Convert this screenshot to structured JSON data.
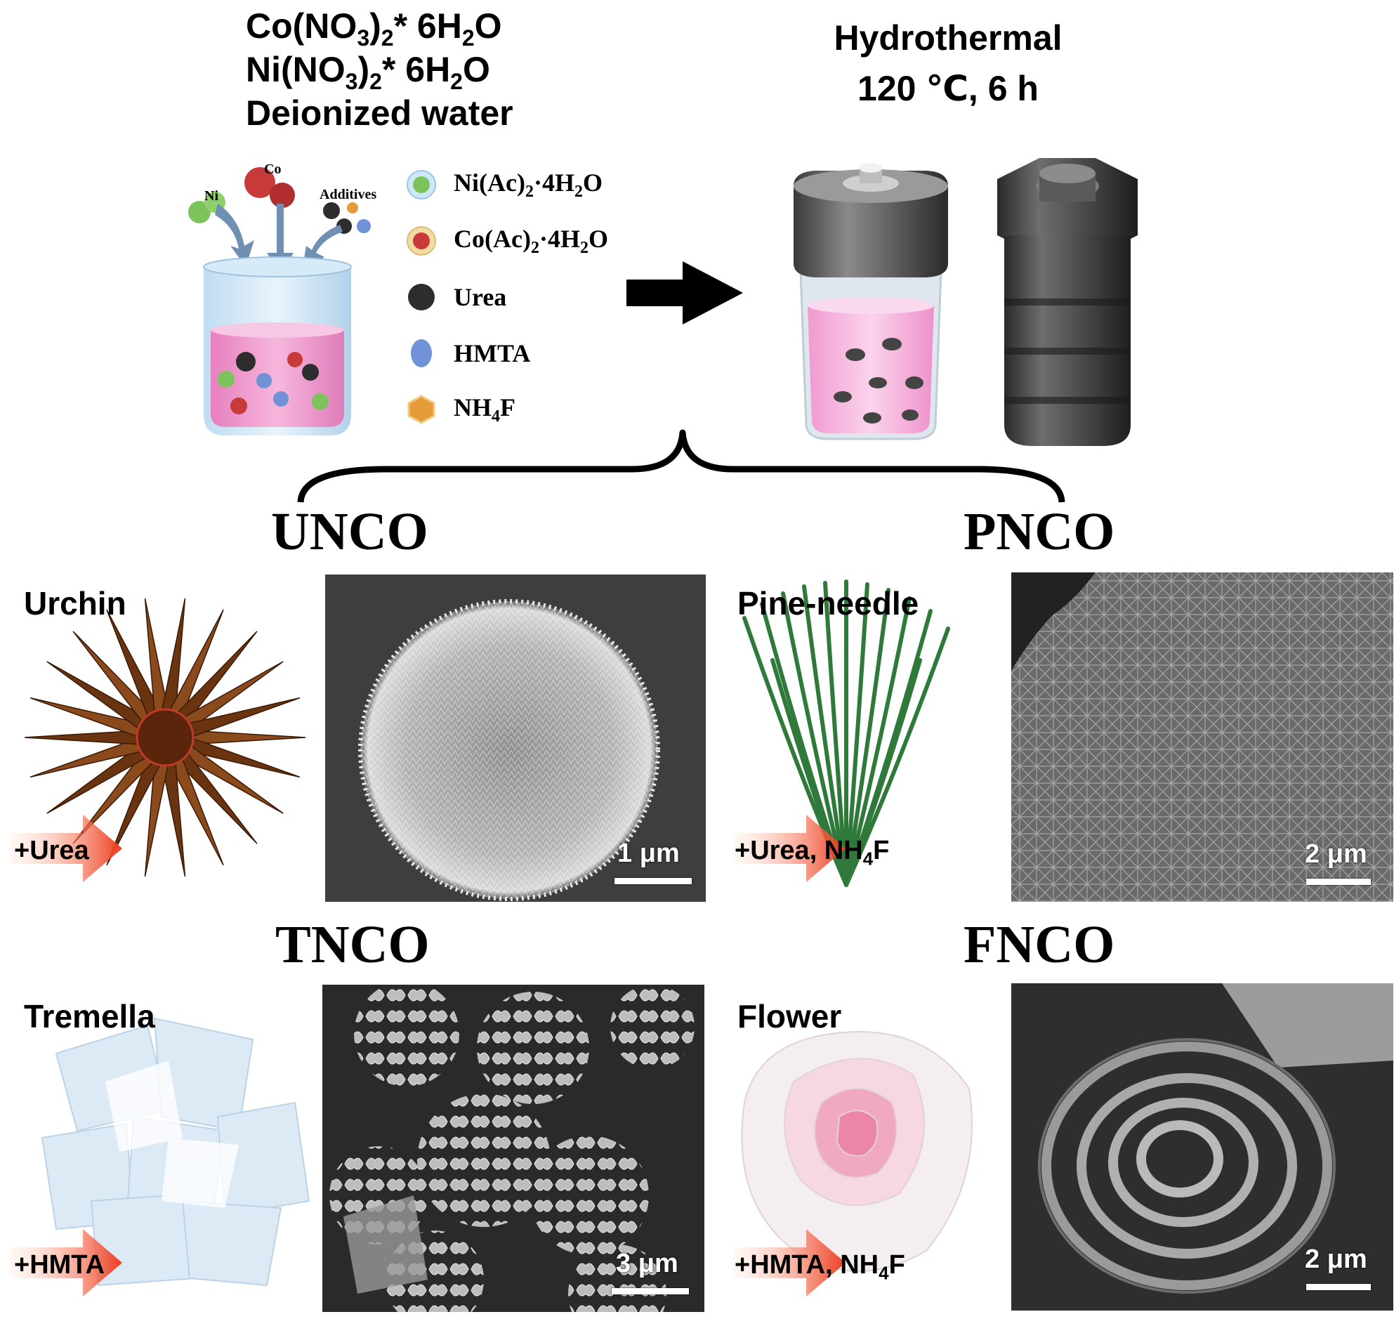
{
  "reagents": {
    "line1": {
      "a": "Co(NO",
      "sub1": "3",
      "b": ")",
      "sub2": "2",
      "c": "* 6H",
      "sub3": "2",
      "d": "O"
    },
    "line2": {
      "a": "Ni(NO",
      "sub1": "3",
      "b": ")",
      "sub2": "2",
      "c": "* 6H",
      "sub3": "2",
      "d": "O"
    },
    "line3": "Deionized water"
  },
  "hydrothermal": {
    "line1": "Hydrothermal",
    "line2": "120 ℃, 6 h"
  },
  "beaker_labels": {
    "co": "Co",
    "ni": "Ni",
    "additives": "Additives"
  },
  "legend": {
    "ni_ac": {
      "a": "Ni(Ac)",
      "sub": "2",
      "b": "·4H",
      "sub2": "2",
      "c": "O"
    },
    "co_ac": {
      "a": "Co(Ac)",
      "sub": "2",
      "b": "·4H",
      "sub2": "2",
      "c": "O"
    },
    "urea": "Urea",
    "hmta": "HMTA",
    "nh4f": {
      "a": "NH",
      "sub": "4",
      "b": "F"
    }
  },
  "products": {
    "unco": {
      "code": "UNCO",
      "morphology": "Urchin",
      "additive": "+Urea",
      "scale": "1 μm"
    },
    "pnco": {
      "code": "PNCO",
      "morphology": "Pine-needle",
      "additive_a": "+Urea, NH",
      "additive_sub": "4",
      "additive_b": "F",
      "scale": "2 μm"
    },
    "tnco": {
      "code": "TNCO",
      "morphology": "Tremella",
      "additive": "+HMTA",
      "scale": "3 μm"
    },
    "fnco": {
      "code": "FNCO",
      "morphology": "Flower",
      "additive_a": "+HMTA, NH",
      "additive_sub": "4",
      "additive_b": "F",
      "scale": "2 μm"
    }
  },
  "colors": {
    "ni_green": "#7dc35b",
    "co_red": "#c83a3a",
    "urea_black": "#2d2d2d",
    "hmta_blue": "#6f93d6",
    "nh4f_orange": "#e49b3a",
    "solution_pink": "#f3a9d3",
    "urchin_brown": "#7a3b12",
    "pine_green": "#2f7a3a"
  }
}
